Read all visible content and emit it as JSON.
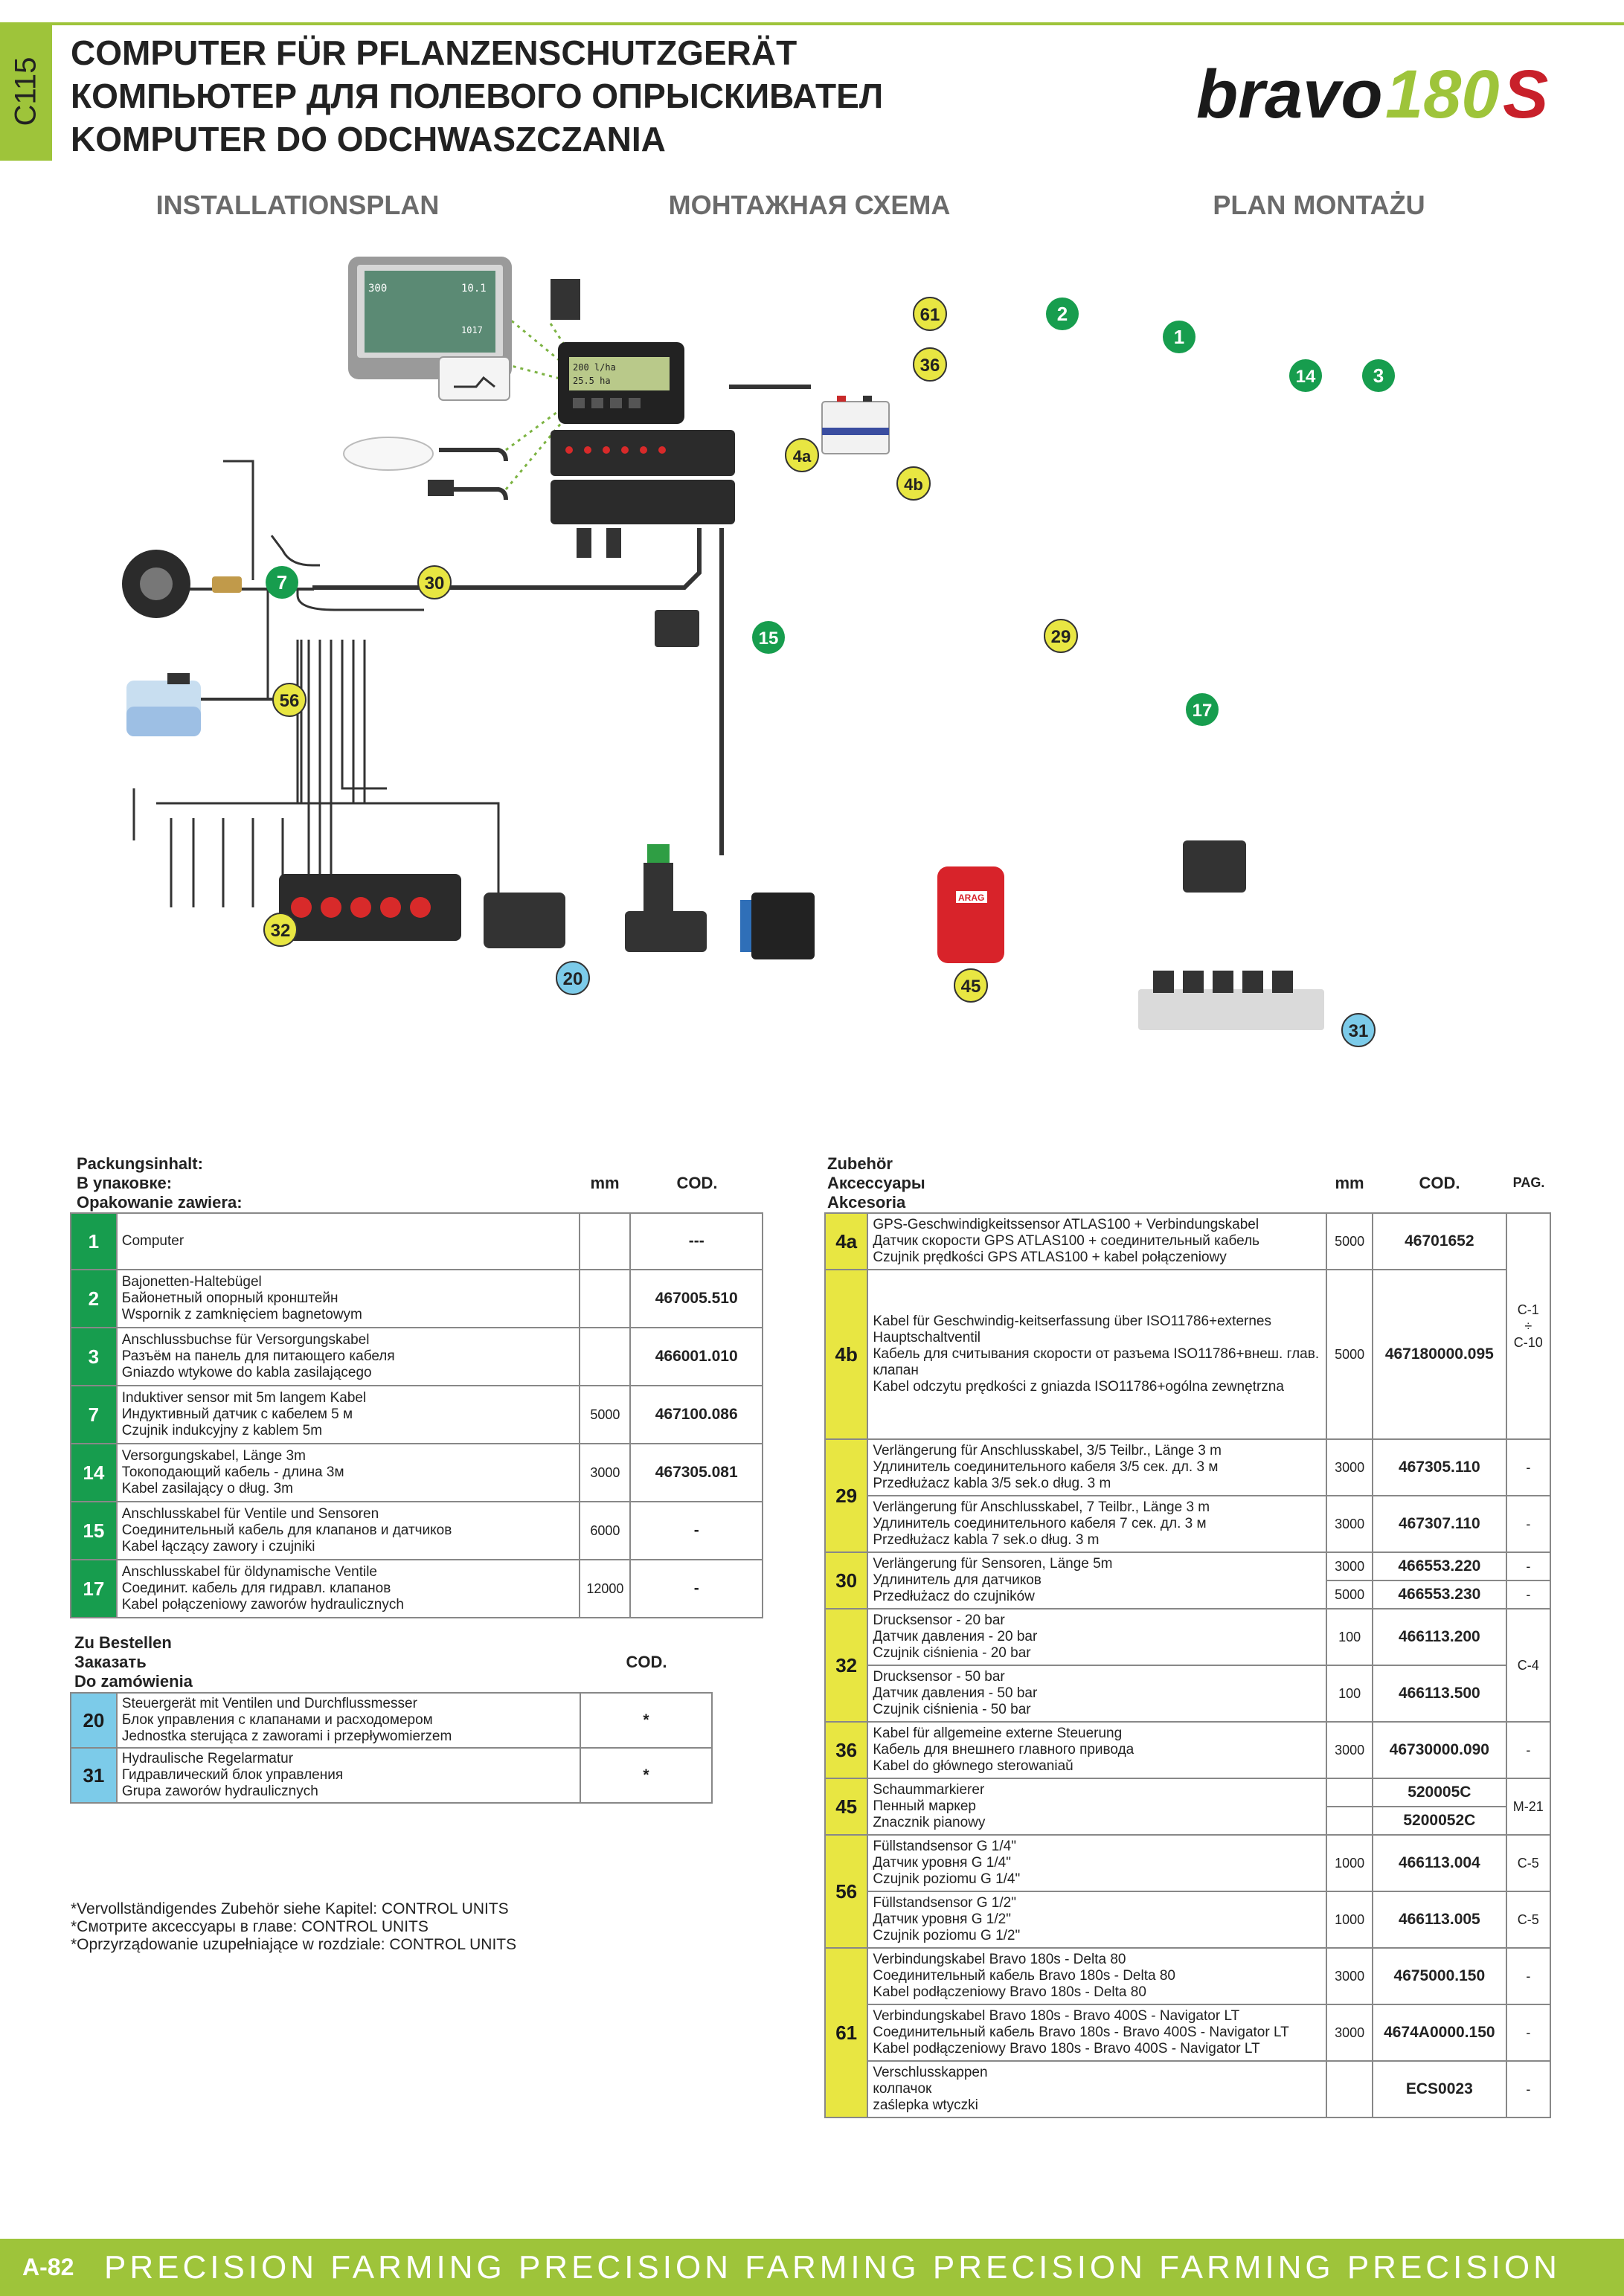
{
  "side_tab": "C115",
  "title": [
    "COMPUTER FÜR PFLANZENSCHUTZGERÄT",
    "КОМПЬЮТЕР ДЛЯ ПОЛЕВОГО ОПРЫСКИВАТЕЛ",
    "KOMPUTER DO ODCHWASZCZANIA"
  ],
  "logo": {
    "word": "bravo",
    "number": "180",
    "suffix": "S",
    "colors": {
      "word": "#1a1a1a",
      "number": "#9ec43a",
      "suffix": "#c8202a"
    }
  },
  "subheads": [
    "INSTALLATIONSPLAN",
    "МОНТАЖНАЯ СХЕМА",
    "PLAN MONTAŻU"
  ],
  "diagram": {
    "labels": {
      "n1": "1",
      "n2": "2",
      "n3": "3",
      "n4a": "4a",
      "n4b": "4b",
      "n7": "7",
      "n14": "14",
      "n15": "15",
      "n17": "17",
      "n20": "20",
      "n29": "29",
      "n30": "30",
      "n31": "31",
      "n32": "32",
      "n36": "36",
      "n45": "45",
      "n56": "56",
      "n61": "61"
    },
    "screen": {
      "lines": [
        "300",
        "10.1",
        "1017"
      ]
    },
    "computer_display": [
      "200 l/ha",
      "25.5 ha"
    ],
    "brand_tag": "ARAG",
    "colors": {
      "green": "#179d4e",
      "yellow": "#e8e642",
      "blue": "#7ccbe9",
      "red": "#d8232a"
    }
  },
  "packaging": {
    "header": [
      "Packungsinhalt:",
      "В упаковке:",
      "Opakowanie zawiera:"
    ],
    "col_mm": "mm",
    "col_cod": "COD.",
    "rows": [
      {
        "num": "1",
        "lines": [
          "Computer"
        ],
        "mm": "",
        "code": "---"
      },
      {
        "num": "2",
        "lines": [
          "Bajonetten-Haltebügel",
          "Байонетный опорный кронштейн",
          "Wspornik z zamknięciem bagnetowym"
        ],
        "mm": "",
        "code": "467005.510"
      },
      {
        "num": "3",
        "lines": [
          "Anschlussbuchse für Versorgungskabel",
          "Разъём на панель для питающего кабеля",
          "Gniazdo wtykowe do kabla zasilającego"
        ],
        "mm": "",
        "code": "466001.010"
      },
      {
        "num": "7",
        "lines": [
          "Induktiver sensor mit 5m langem Kabel",
          "Индуктивный датчик с кабелем 5 м",
          "Czujnik indukcyjny z kablem 5m"
        ],
        "mm": "5000",
        "code": "467100.086"
      },
      {
        "num": "14",
        "lines": [
          "Versorgungskabel, Länge 3m",
          "Токоподающий кабель - длина 3м",
          "Kabel zasilający o dług. 3m"
        ],
        "mm": "3000",
        "code": "467305.081"
      },
      {
        "num": "15",
        "lines": [
          "Anschlusskabel für Ventile und Sensoren",
          "Соединительный кабель для клапанов и датчиков",
          "Kabel łączący zawory i czujniki"
        ],
        "mm": "6000",
        "code": "-"
      },
      {
        "num": "17",
        "lines": [
          "Anschlusskabel für öldynamische Ventile",
          "Соединит. кабель для гидравл. клапанов",
          "Kabel połączeniowy zaworów hydraulicznych"
        ],
        "mm": "12000",
        "code": "-"
      }
    ]
  },
  "order": {
    "header": [
      "Zu Bestellen",
      "Заказать",
      "Do zamówienia"
    ],
    "col_cod": "COD.",
    "rows": [
      {
        "num": "20",
        "lines": [
          "Steuergerät mit Ventilen und Durchflussmesser",
          "Блок управления с клапанами и расходомером",
          "Jednostka sterująca z zaworami i przepływomierzem"
        ],
        "code": "*"
      },
      {
        "num": "31",
        "lines": [
          "Hydraulische Regelarmatur",
          "Гидравлический блок управления",
          "Grupa zaworów hydraulicznych"
        ],
        "code": "*"
      }
    ]
  },
  "footnote": [
    "*Vervollständigendes Zubehör siehe Kapitel: CONTROL UNITS",
    "*Смотрите аксессуары в главе: CONTROL UNITS",
    "*Oprzyrządowanie uzupełniające w rozdziale: CONTROL UNITS"
  ],
  "accessories": {
    "header": [
      "Zubehör",
      "Аксессуары",
      "Akcesoria"
    ],
    "col_mm": "mm",
    "col_cod": "COD.",
    "col_pag": "PAG.",
    "pag_c1": [
      "C-1",
      "÷",
      "C-10"
    ],
    "groups": [
      {
        "num": "4a",
        "items": [
          {
            "lines": [
              "GPS-Geschwindigkeitssensor ATLAS100 + Verbindungskabel",
              "Датчик скорости GPS ATLAS100 + соединительный кабель",
              "Czujnik prędkości GPS ATLAS100 + kabel połączeniowy"
            ],
            "mm": "5000",
            "code": "46701652"
          }
        ]
      },
      {
        "num": "4b",
        "items": [
          {
            "lines": [
              "Kabel für Geschwindig-keitserfassung über ISO11786+externes",
              "Hauptschaltventil",
              "Кабель для считывания скорости от разъема ISO11786+внеш. глав.",
              "клапан",
              "Kabel odczytu prędkości z gniazda ISO11786+ogólna zewnętrzna"
            ],
            "mm": "5000",
            "code": "467180000.095"
          }
        ]
      },
      {
        "num": "29",
        "items": [
          {
            "lines": [
              "Verlängerung für Anschlusskabel, 3/5 Teilbr., Länge 3 m",
              "Удлинитель соединительного кабеля 3/5 сек. дл. 3 м",
              "Przedłużacz kabla 3/5 sek.o dług. 3 m"
            ],
            "mm": "3000",
            "code": "467305.110",
            "pag": "-"
          },
          {
            "lines": [
              "Verlängerung für Anschlusskabel, 7 Teilbr., Länge 3 m",
              "Удлинитель соединительного кабеля 7 сек. дл. 3 м",
              "Przedłużacz kabla 7 sek.o dług. 3 m"
            ],
            "mm": "3000",
            "code": "467307.110",
            "pag": "-"
          }
        ]
      },
      {
        "num": "30",
        "lines": [
          "Verlängerung für Sensoren, Länge 5m",
          "Удлинитель для датчиков",
          "Przedłużacz do czujników"
        ],
        "subrows": [
          {
            "mm": "3000",
            "code": "466553.220",
            "pag": "-"
          },
          {
            "mm": "5000",
            "code": "466553.230",
            "pag": "-"
          }
        ]
      },
      {
        "num": "32",
        "pag": "C-4",
        "items": [
          {
            "lines": [
              "Drucksensor - 20 bar",
              "Датчик давления - 20 bar",
              "Czujnik ciśnienia - 20 bar"
            ],
            "mm": "100",
            "code": "466113.200"
          },
          {
            "lines": [
              "Drucksensor - 50 bar",
              "Датчик давления - 50 bar",
              "Czujnik ciśnienia - 50 bar"
            ],
            "mm": "100",
            "code": "466113.500"
          }
        ]
      },
      {
        "num": "36",
        "items": [
          {
            "lines": [
              "Kabel für allgemeine externe Steuerung",
              "Кабель для внешнего главного привода",
              "Kabel do głównego sterowaniaŭ"
            ],
            "mm": "3000",
            "code": "46730000.090",
            "pag": "-"
          }
        ]
      },
      {
        "num": "45",
        "lines": [
          "Schaummarkierer",
          "Пенный маркер",
          "Znacznik pianowy"
        ],
        "pag": "M-21",
        "subrows": [
          {
            "mm": "",
            "code": "520005C"
          },
          {
            "mm": "",
            "code": "5200052C"
          }
        ]
      },
      {
        "num": "56",
        "items": [
          {
            "lines": [
              "Füllstandsensor G 1/4\"",
              "Датчик уровня G 1/4\"",
              "Czujnik poziomu G 1/4\""
            ],
            "mm": "1000",
            "code": "466113.004",
            "pag": "C-5"
          },
          {
            "lines": [
              "Füllstandsensor G 1/2\"",
              "Датчик уровня G 1/2\"",
              "Czujnik poziomu G 1/2\""
            ],
            "mm": "1000",
            "code": "466113.005",
            "pag": "C-5"
          }
        ]
      },
      {
        "num": "61",
        "items": [
          {
            "lines": [
              "Verbindungskabel Bravo 180s - Delta 80",
              "Соединительный кабель Bravo 180s - Delta 80",
              "Kabel podłączeniowy Bravo 180s - Delta 80"
            ],
            "mm": "3000",
            "code": "4675000.150",
            "pag": "-"
          },
          {
            "lines": [
              "Verbindungskabel Bravo 180s - Bravo 400S - Navigator LT",
              "Соединительный кабель Bravo 180s - Bravo 400S - Navigator LT",
              "Kabel podłączeniowy Bravo 180s - Bravo 400S - Navigator LT"
            ],
            "mm": "3000",
            "code": "4674A0000.150",
            "pag": "-"
          },
          {
            "lines": [
              "Verschlusskappen",
              "колпачок",
              "zaślepka wtyczki"
            ],
            "mm": "",
            "code": "ECS0023",
            "pag": "-"
          }
        ]
      }
    ]
  },
  "footer": {
    "page": "A-82",
    "band": "PRECISION FARMING  PRECISION FARMING  PRECISION FARMING  PRECISION"
  }
}
